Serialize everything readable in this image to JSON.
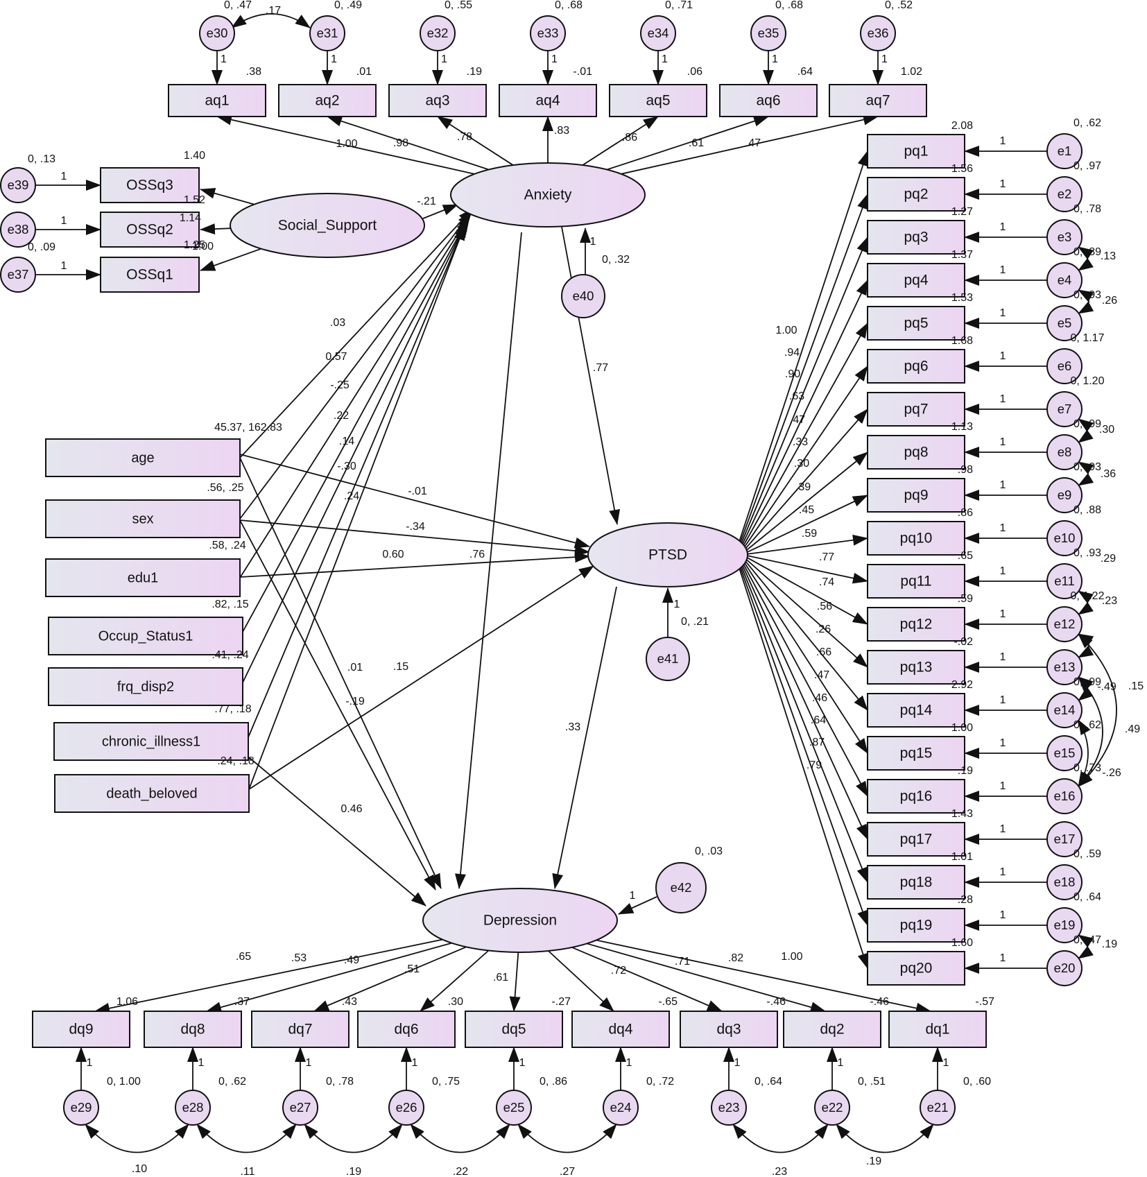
{
  "diagram": {
    "title": "",
    "latents": {
      "anxiety": "Anxiety",
      "ptsd": "PTSD",
      "depression": "Depression",
      "social_support": "Social_Support"
    },
    "observed": {
      "aq": [
        "aq1",
        "aq2",
        "aq3",
        "aq4",
        "aq5",
        "aq6",
        "aq7"
      ],
      "oss": [
        "OSSq3",
        "OSSq2",
        "OSSq1"
      ],
      "pq": [
        "pq1",
        "pq2",
        "pq3",
        "pq4",
        "pq5",
        "pq6",
        "pq7",
        "pq8",
        "pq9",
        "pq10",
        "pq11",
        "pq12",
        "pq13",
        "pq14",
        "pq15",
        "pq16",
        "pq17",
        "pq18",
        "pq19",
        "pq20"
      ],
      "dq": [
        "dq9",
        "dq8",
        "dq7",
        "dq6",
        "dq5",
        "dq4",
        "dq3",
        "dq2",
        "dq1"
      ],
      "covariates": [
        "age",
        "sex",
        "edu1",
        "Occup_Status1",
        "frq_disp2",
        "chronic_illness1",
        "death_beloved"
      ]
    },
    "errors": {
      "aq": [
        "e30",
        "e31",
        "e32",
        "e33",
        "e34",
        "e35",
        "e36"
      ],
      "oss": [
        "e39",
        "e38",
        "e37"
      ],
      "pq": [
        "e1",
        "e2",
        "e3",
        "e4",
        "e5",
        "e6",
        "e7",
        "e8",
        "e9",
        "e10",
        "e11",
        "e12",
        "e13",
        "e14",
        "e15",
        "e16",
        "e17",
        "e18",
        "e19",
        "e20"
      ],
      "dq": [
        "e29",
        "e28",
        "e27",
        "e26",
        "e25",
        "e24",
        "e23",
        "e22",
        "e21"
      ],
      "latent": [
        "e40",
        "e41",
        "e42"
      ]
    },
    "error_variances": {
      "aq": [
        "0, .47",
        "0, .49",
        "0, .55",
        "0, .68",
        "0, .71",
        "0, .68",
        "0, .52"
      ],
      "oss": [
        "0, .13",
        "",
        "0, .09"
      ],
      "pq": [
        "0, .62",
        "0, .97",
        "0, .78",
        "0, .89",
        "0, .93",
        "0, 1.17",
        "0, 1.20",
        "0, .99",
        "0, .93",
        "0, .88",
        "0, .93",
        "0, 1.22",
        "",
        "0, .99",
        "0, .62",
        "0, .73",
        "",
        "0, .59",
        "0, .64",
        "0, .47"
      ],
      "dq": [
        "0, 1.00",
        "0, .62",
        "0, .78",
        "0, .75",
        "0, .86",
        "0, .72",
        "0, .64",
        "0, .51",
        "0, .60"
      ],
      "e40": "0, .32",
      "e41": "0, .21",
      "e42": "0, .03"
    },
    "intercepts": {
      "aq": [
        ".38",
        ".01",
        ".19",
        "-.01",
        ".06",
        ".64",
        "1.02"
      ],
      "oss": [
        "1.40",
        "1.52",
        "1.25"
      ],
      "oss_extra": [
        "1.14",
        "1.00"
      ],
      "pq": [
        "2.08",
        "1.56",
        "1.27",
        "1.37",
        "1.53",
        "1.68",
        "",
        "1.13",
        ".98",
        ".86",
        ".65",
        ".59",
        "-.02",
        "2.92",
        "1.00",
        ".19",
        "1.43",
        "1.01",
        ".28",
        "1.60"
      ],
      "dq": [
        "1.06",
        ".37",
        ".43",
        ".30",
        "-.27",
        "-.65",
        "-.46",
        "-.46",
        "-.57"
      ]
    },
    "covariate_stats": [
      "45.37, 162.83",
      ".56, .25",
      ".58, .24",
      ".82, .15",
      ".41, .24",
      ".77, .18",
      ".24, .18"
    ],
    "loadings": {
      "aq": [
        "1.00",
        ".98",
        ".78",
        ".83",
        ".86",
        ".61",
        ".47"
      ],
      "pq": [
        "1.00",
        ".94",
        ".90",
        ".63",
        ".47",
        ".33",
        ".30",
        ".39",
        ".45",
        ".59",
        ".77",
        ".74",
        ".56",
        ".26",
        ".66",
        ".47",
        ".46",
        ".64",
        ".87",
        ".79"
      ],
      "dq": [
        ".65",
        ".53",
        ".49",
        ".51",
        ".61",
        ".72",
        ".71",
        ".82",
        "1.00"
      ],
      "fixed": "1"
    },
    "paths": {
      "social_to_anxiety": "-.21",
      "anxiety_to_ptsd": ".77",
      "ptsd_to_depression": ".33",
      "cov_to_anxiety": [
        ".03",
        "0.57",
        "-.25",
        ".22",
        ".14",
        "-.30",
        ".24"
      ],
      "age_to_ptsd": "-.01",
      "sex_to_ptsd": "-.34",
      "edu_to_ptsd": "0.60",
      "extra_076": ".76",
      "death_to_ptsd": ".15",
      "age_to_depression": ".01",
      "sex_to_depression": "-.19",
      "chronic_to_depression": "0.46"
    },
    "covariances": {
      "e30_e31": ".17",
      "e3_e4": ".13",
      "e4_e5": ".26",
      "e7_e8": ".30",
      "e8_e9": ".36",
      "e11_e12": ".29",
      "e12_e13": ".23",
      "e12_e16": ".15",
      "e13_e14": "-.49",
      "e13_e16": ".49",
      "e14_e16": "-.26",
      "e19_e20": ".19",
      "e29_e28": ".10",
      "e28_e27": ".11",
      "e27_e26": ".19",
      "e26_e25": ".22",
      "e25_e24": ".27",
      "e23_e22": ".23",
      "e22_e21": ".19"
    }
  }
}
